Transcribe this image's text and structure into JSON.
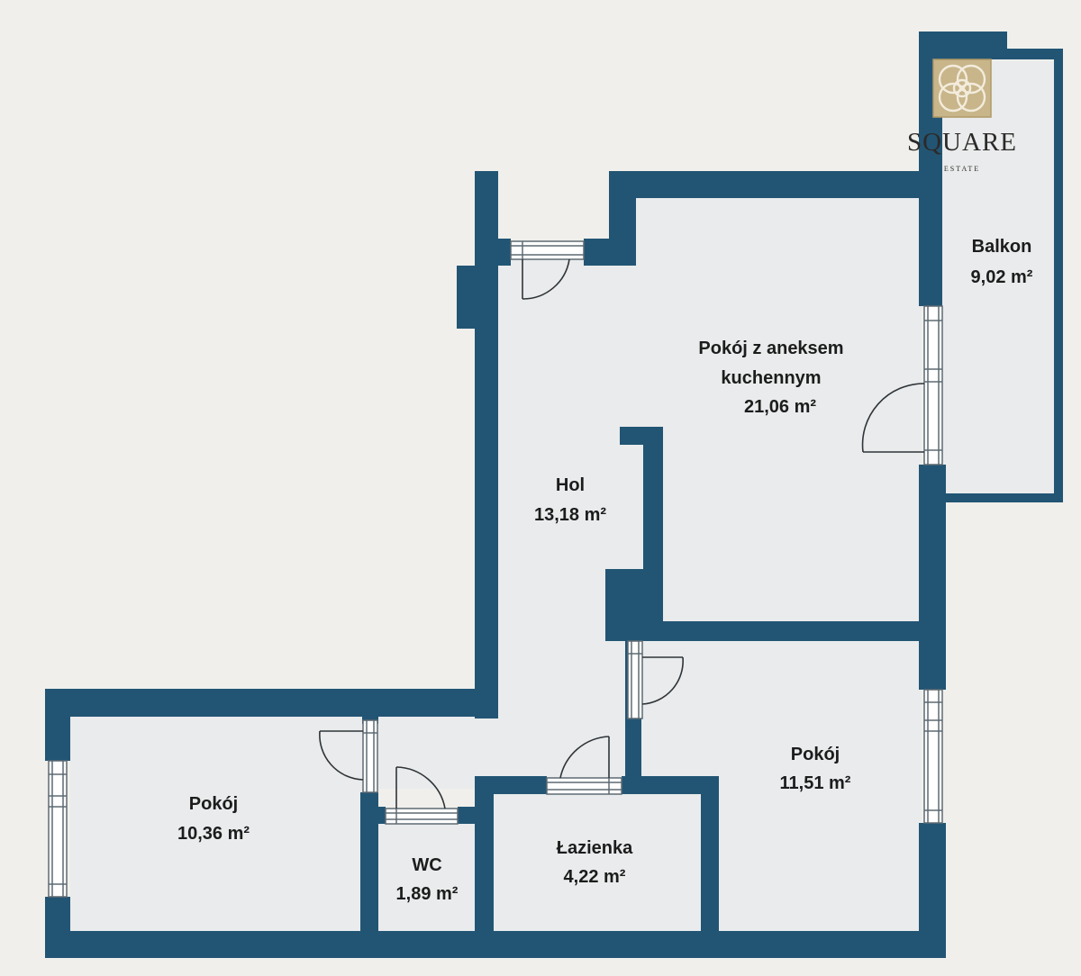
{
  "logo": {
    "name": "SQUARE",
    "tagline": "ESTATE",
    "colors": {
      "gold": "#c8b58a",
      "gold_dark": "#b09a67",
      "text": "#2c2a28"
    }
  },
  "colors": {
    "background": "#f0efeb",
    "room": "#e9ebec",
    "wall": "#225574",
    "window": "#ffffff"
  },
  "rooms": {
    "living": {
      "name_line1": "Pokój z aneksem",
      "name_line2": "kuchennym",
      "area": "21,06 m²"
    },
    "balcony": {
      "name": "Balkon",
      "area": "9,02 m²"
    },
    "hall": {
      "name": "Hol",
      "area": "13,18 m²"
    },
    "room_right": {
      "name": "Pokój",
      "area": "11,51 m²"
    },
    "room_left": {
      "name": "Pokój",
      "area": "10,36 m²"
    },
    "wc": {
      "name": "WC",
      "area": "1,89 m²"
    },
    "bathroom": {
      "name": "Łazienka",
      "area": "4,22 m²"
    }
  }
}
